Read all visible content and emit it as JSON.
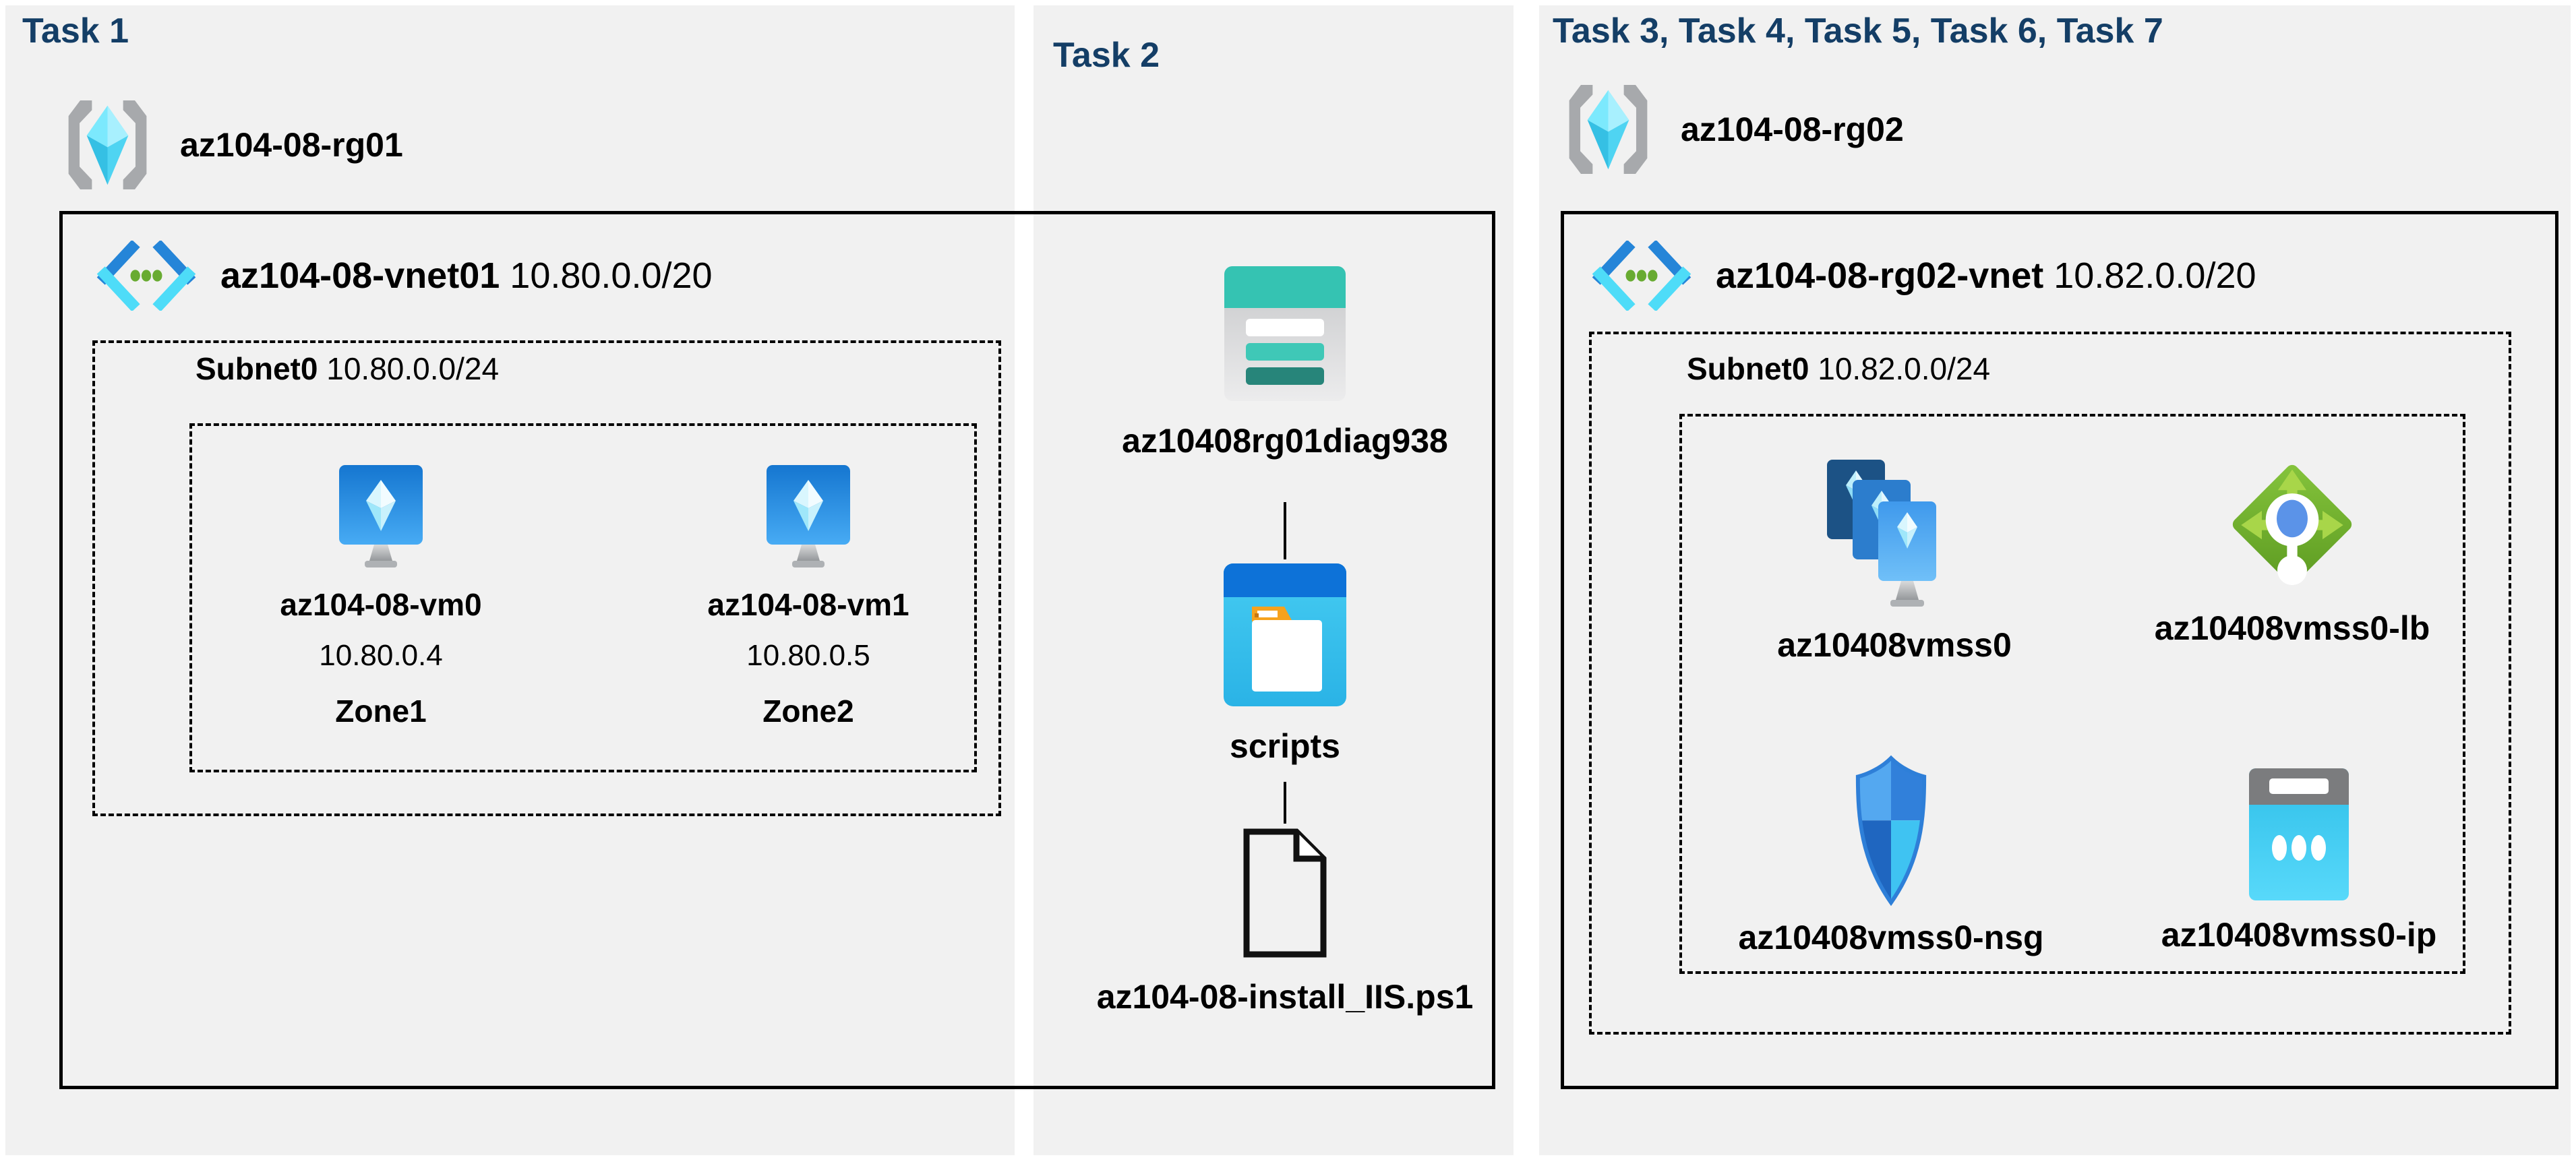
{
  "colors": {
    "title_navy": "#143e66",
    "panel_background": "#f1f1f1",
    "storage_teal": "#35c3b2",
    "azure_blue": "#0d72d8",
    "vm_blue": "#2a85dc",
    "cube_cyan": "#9fe7fa",
    "vnet_dot_green": "#68ab31",
    "load_balancer_green": "#6fb52c",
    "nsg_shield_blue": "#3180da",
    "public_ip_cyan": "#3fc3ee"
  },
  "task1": {
    "title": "Task 1",
    "resource_group": "az104-08-rg01",
    "vnet_name": "az104-08-vnet01",
    "vnet_cidr": "10.80.0.0/20",
    "subnet_name": "Subnet0",
    "subnet_cidr": "10.80.0.0/24",
    "vms": [
      {
        "name": "az104-08-vm0",
        "ip": "10.80.0.4",
        "zone": "Zone1"
      },
      {
        "name": "az104-08-vm1",
        "ip": "10.80.0.5",
        "zone": "Zone2"
      }
    ]
  },
  "task2": {
    "title": "Task 2",
    "storage_account": "az10408rg01diag938",
    "container": "scripts",
    "script_file": "az104-08-install_IIS.ps1"
  },
  "task3": {
    "title": "Task 3, Task 4, Task 5, Task 6, Task 7",
    "resource_group": "az104-08-rg02",
    "vnet_name": "az104-08-rg02-vnet",
    "vnet_cidr": "10.82.0.0/20",
    "subnet_name": "Subnet0",
    "subnet_cidr": "10.82.0.0/24",
    "resources": [
      {
        "name": "az10408vmss0",
        "type": "vm-scale-set"
      },
      {
        "name": "az10408vmss0-lb",
        "type": "load-balancer"
      },
      {
        "name": "az10408vmss0-nsg",
        "type": "network-security-group"
      },
      {
        "name": "az10408vmss0-ip",
        "type": "public-ip"
      }
    ]
  }
}
